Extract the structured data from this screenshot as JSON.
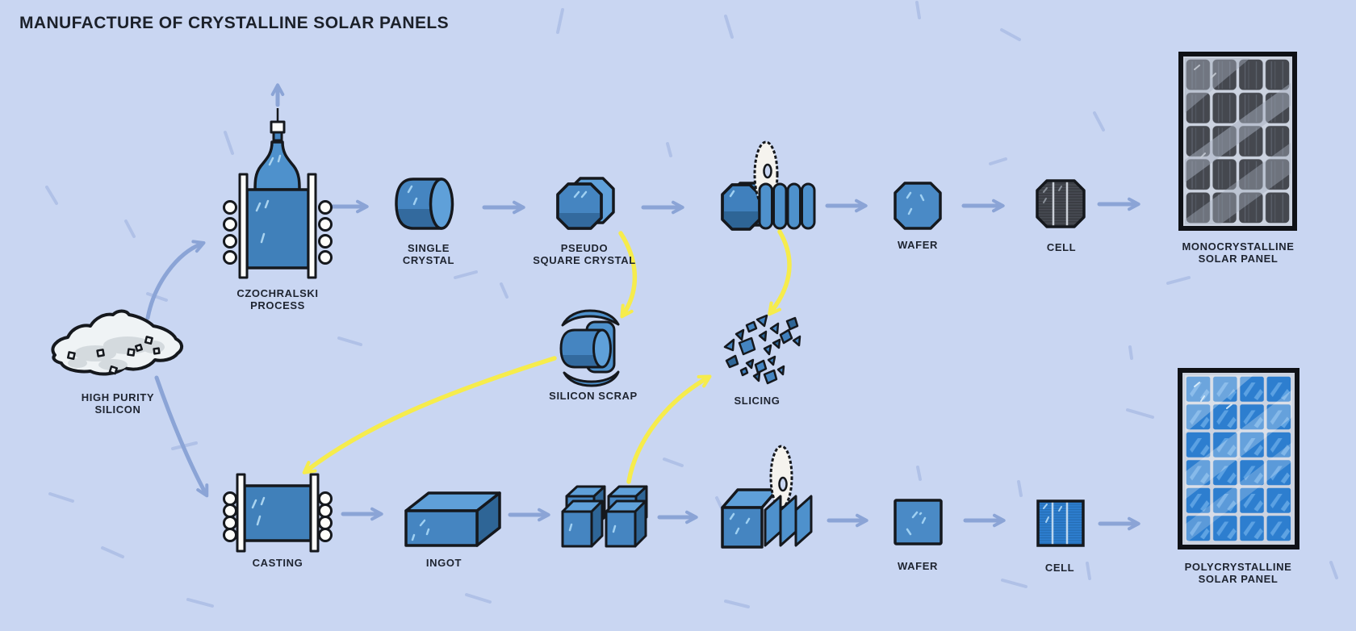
{
  "title": "MANUFACTURE OF CRYSTALLINE SOLAR PANELS",
  "palette": {
    "background": "#c9d6f2",
    "outline": "#15181d",
    "silicon_blue": "#4585c1",
    "silicon_blue_light": "#5fa0d9",
    "silicon_blue_dark": "#2e6596",
    "poly_cell_blue": "#2d7ecf",
    "mono_cell_gray": "#45484f",
    "flow_arrow_blue": "#8ba4d6",
    "recycle_arrow_yellow": "#f6ec4c",
    "saw_blade_white": "#f5f3ee"
  },
  "labels": {
    "high_purity_silicon": {
      "l1": "HIGH PURITY",
      "l2": "SILICON"
    },
    "czochralski": {
      "l1": "CZOCHRALSKI",
      "l2": "PROCESS"
    },
    "single_crystal": {
      "l1": "SINGLE",
      "l2": "CRYSTAL"
    },
    "pseudo_square_crystal": {
      "l1": "PSEUDO",
      "l2": "SQUARE CRYSTAL"
    },
    "wafer_top": {
      "l1": "WAFER"
    },
    "cell_top": {
      "l1": "CELL"
    },
    "mono_panel": {
      "l1": "MONOCRYSTALLINE",
      "l2": "SOLAR PANEL"
    },
    "silicon_scrap": {
      "l1": "SILICON SCRAP"
    },
    "slicing": {
      "l1": "SLICING"
    },
    "casting": {
      "l1": "CASTING"
    },
    "ingot": {
      "l1": "INGOT"
    },
    "wafer_bottom": {
      "l1": "WAFER"
    },
    "cell_bottom": {
      "l1": "CELL"
    },
    "poly_panel": {
      "l1": "POLYCRYSTALLINE",
      "l2": "SOLAR PANEL"
    }
  }
}
